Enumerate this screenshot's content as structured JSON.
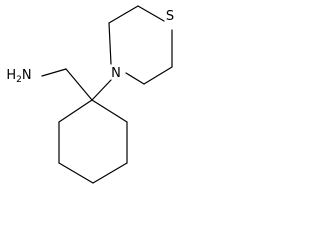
{
  "molecule": {
    "atoms": {
      "sulfur": "S",
      "nitrogen": "N",
      "amine": "H2N"
    },
    "line_color": "#000000"
  }
}
